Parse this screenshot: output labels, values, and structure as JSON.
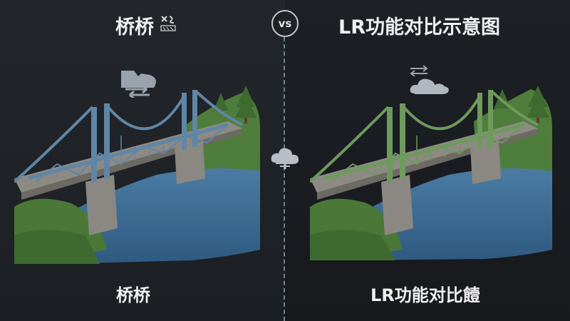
{
  "header": {
    "left_title": "桥桥",
    "vs_label": "vs",
    "right_title": "LR功能对比示意图"
  },
  "captions": {
    "left": "桥桥",
    "right": "LR功能对比饐"
  },
  "colors": {
    "background": "#1c1f24",
    "bridge_left": "#5f86a6",
    "bridge_right": "#6e9a5c",
    "water": "#3f6f95",
    "grass": "#4d7a3a",
    "stone": "#8d8a84",
    "divider": "#6d8591"
  },
  "icons": {
    "seal": "seal-stamp-icon",
    "cloud_sync": "cloud-sync-icon",
    "middle": "cloud-icon",
    "arrows": "transfer-arrows-icon",
    "cloud_right": "cloud-icon"
  }
}
